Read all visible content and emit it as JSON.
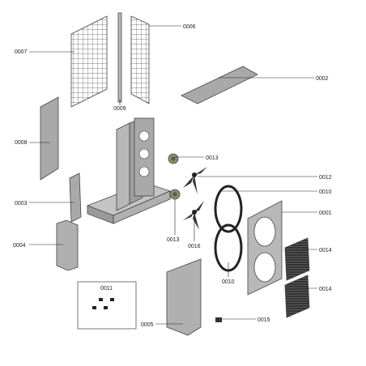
{
  "labels": {
    "p0001": "0001",
    "p0002": "0002",
    "p0003": "0003",
    "p0004": "0004",
    "p0005": "0005",
    "p0006": "0006",
    "p0007": "0007",
    "p0008": "0008",
    "p0009": "0009",
    "p0010a": "0010",
    "p0010b": "0010",
    "p0011": "0011",
    "p0012": "0012",
    "p0013a": "0013",
    "p0013b": "0013",
    "p0014a": "0014",
    "p0014b": "0014",
    "p0015": "0015",
    "p0016": "0016"
  },
  "colors": {
    "panel": "#a9a9a9",
    "panel_light": "#c4c4c4",
    "grille": "#2b2b2b",
    "line": "#444444"
  }
}
